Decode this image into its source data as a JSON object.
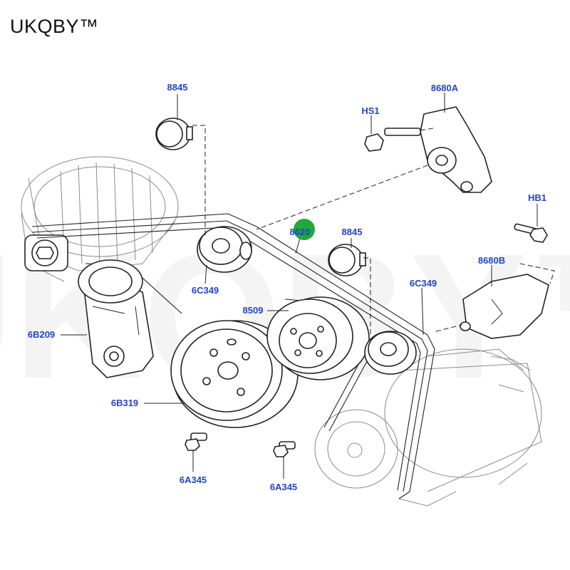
{
  "brand": {
    "name": "UKQBY™"
  },
  "watermark": {
    "text": "UKQBY™"
  },
  "callouts": {
    "idler_top": "8845",
    "tensioner_bracket": "8680A",
    "bolt_hs1": "HS1",
    "bolt_hb1": "HB1",
    "belt": "8620",
    "idler_mid": "8845",
    "bracket_b": "8680B",
    "idler_left": "6C349",
    "idler_right": "6C349",
    "pulley_8509": "8509",
    "tensioner": "6B209",
    "crank_pulley": "6B319",
    "bolt_left": "6A345",
    "bolt_right": "6A345"
  },
  "colors": {
    "callout": "#2443c9",
    "highlight": "#21a83a",
    "line": "#222222"
  }
}
